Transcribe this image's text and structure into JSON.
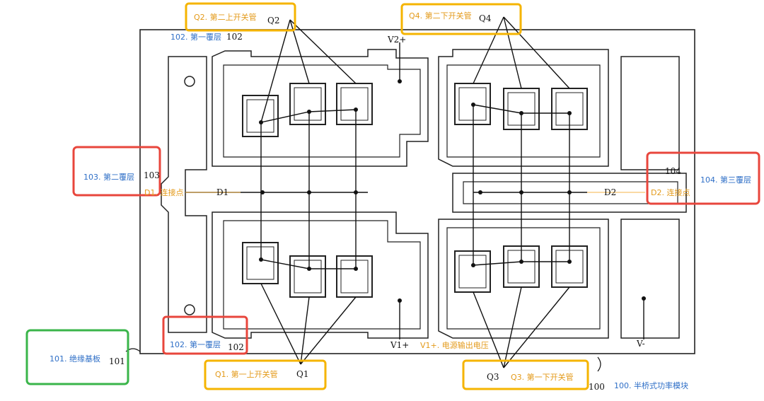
{
  "diagram": {
    "module": {
      "code": "100",
      "label": "100. 半桥式功率模块"
    },
    "substrate": {
      "code": "101",
      "label": "101. 绝缘基板"
    },
    "layers": {
      "first_top": {
        "code": "102",
        "label": "102. 第一覆层"
      },
      "first_bottom": {
        "code": "102",
        "label": "102. 第一覆层"
      },
      "second": {
        "code": "103",
        "label": "103. 第二覆层"
      },
      "third": {
        "code": "104",
        "label": "104. 第三覆层"
      }
    },
    "switches": {
      "q1": {
        "code": "Q1",
        "label": "Q1. 第一上开关管"
      },
      "q2": {
        "code": "Q2",
        "label": "Q2. 第二上开关管"
      },
      "q3": {
        "code": "Q3",
        "label": "Q3. 第一下开关管"
      },
      "q4": {
        "code": "Q4",
        "label": "Q4. 第二下开关管"
      }
    },
    "connections": {
      "d1": {
        "code": "D1",
        "label": "D1. 连接点"
      },
      "d2": {
        "code": "D2",
        "label": "D2. 连接点"
      }
    },
    "terminals": {
      "v1": {
        "code": "V1+",
        "label": "V1+. 电源输出电压"
      },
      "v2": {
        "code": "V2+"
      },
      "vneg": {
        "code": "V-"
      }
    },
    "highlight_colors": {
      "orange": "#f5b400",
      "red": "#e8463c",
      "green": "#3ab54a"
    }
  }
}
